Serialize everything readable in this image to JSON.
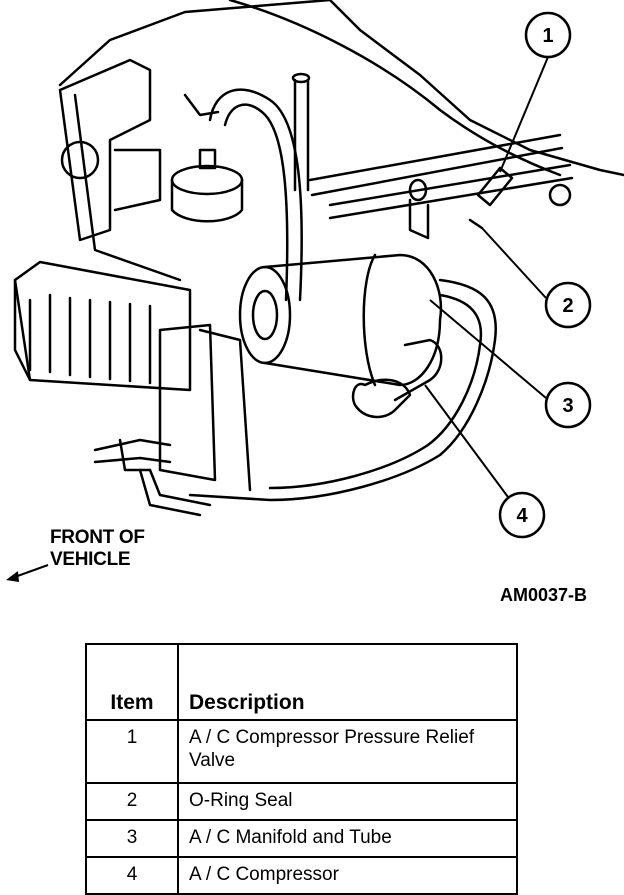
{
  "diagram": {
    "callouts": [
      {
        "number": "1"
      },
      {
        "number": "2"
      },
      {
        "number": "3"
      },
      {
        "number": "4"
      }
    ],
    "front_label_line1": "FRONT OF",
    "front_label_line2": "VEHICLE",
    "figure_id": "AM0037-B"
  },
  "legend": {
    "header_item": "Item",
    "header_description": "Description",
    "rows": [
      {
        "item": "1",
        "description": "A / C Compressor Pressure Relief Valve"
      },
      {
        "item": "2",
        "description": "O-Ring Seal"
      },
      {
        "item": "3",
        "description": "A / C Manifold and Tube"
      },
      {
        "item": "4",
        "description": "A / C Compressor"
      }
    ]
  }
}
